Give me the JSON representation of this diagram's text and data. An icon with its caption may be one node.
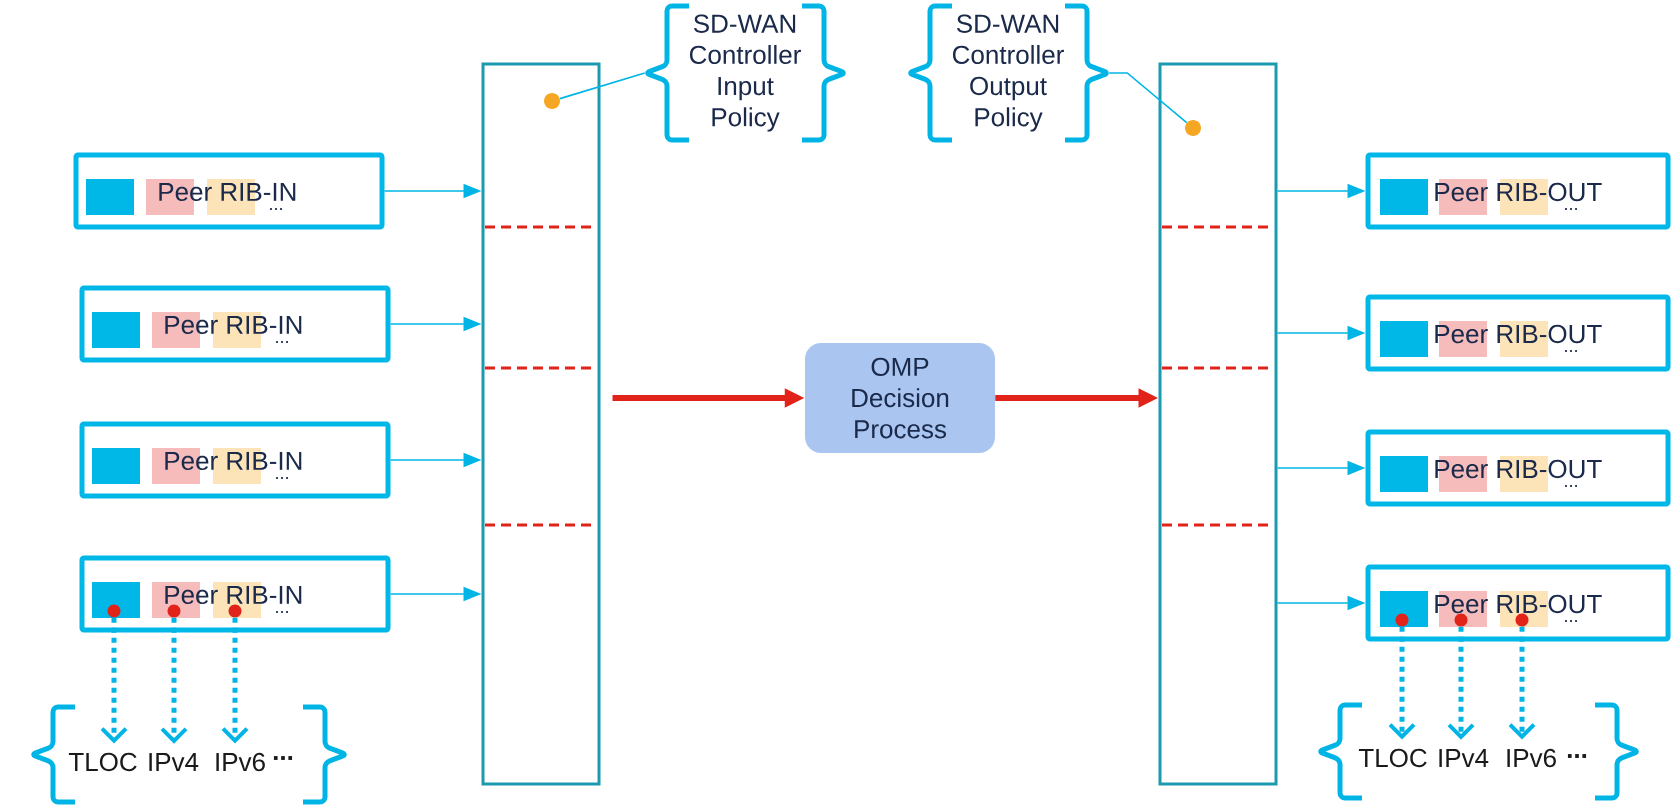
{
  "diagram": {
    "nodes": [
      {
        "text": [
          "Peer RIB-IN",
          "..."
        ]
      },
      {
        "text": [
          "Peer RIB-IN",
          "..."
        ]
      },
      {
        "text": [
          "Peer RIB-IN",
          "..."
        ]
      },
      {
        "text": [
          "Peer RIB-IN",
          "..."
        ]
      },
      {
        "text": [],
        "shape": "circle",
        "in": 3
      },
      {
        "text": [],
        "shape": "circle",
        "in": 3
      },
      {
        "text": [],
        "shape": "circle",
        "in": 3
      },
      {
        "text": [],
        "shape": "box"
      },
      {
        "text": [
          "SD-WAN Controller Input Policy"
        ]
      },
      {
        "text": [],
        "shape": "circle",
        "in": 7
      },
      {
        "text": [
          "OMP Decision Process"
        ]
      },
      {
        "text": [],
        "shape": "box"
      },
      {
        "text": [
          "SD-WAN Controller Output Policy"
        ]
      },
      {
        "text": [],
        "shape": "circle",
        "in": 11
      },
      {
        "text": [
          "Peer RIB-OUT",
          "..."
        ]
      },
      {
        "text": [
          "Peer RIB-OUT",
          "..."
        ]
      },
      {
        "text": [
          "Peer RIB-OUT",
          "..."
        ]
      },
      {
        "text": [
          "Peer RIB-OUT",
          "..."
        ]
      },
      {
        "text": [],
        "shape": "circle",
        "in": 17
      },
      {
        "text": [],
        "shape": "circle",
        "in": 17
      },
      {
        "text": [],
        "shape": "circle",
        "in": 17
      },
      {
        "text": [
          "TLOC"
        ]
      },
      {
        "text": [
          "IPv4"
        ]
      },
      {
        "text": [
          "IPv6"
        ]
      },
      {
        "text": [
          "TLOC"
        ]
      },
      {
        "text": [
          "IPv4"
        ]
      },
      {
        "text": [
          "IPv6"
        ]
      }
    ],
    "edges": [
      {
        "from": 0,
        "to": 7,
        "arrow": "to"
      },
      {
        "from": 1,
        "to": 7,
        "arrow": "to"
      },
      {
        "from": 2,
        "to": 7,
        "arrow": "to"
      },
      {
        "from": 3,
        "to": 7,
        "arrow": "to"
      },
      {
        "from": 7,
        "to": 10,
        "arrow": "to",
        "style": "thick",
        "color": "#e2231a"
      },
      {
        "from": 10,
        "to": 11,
        "arrow": "to",
        "style": "thick",
        "color": "#e2231a"
      },
      {
        "from": 11,
        "to": 14,
        "arrow": "to"
      },
      {
        "from": 11,
        "to": 15,
        "arrow": "to"
      },
      {
        "from": 11,
        "to": 16,
        "arrow": "to"
      },
      {
        "from": 11,
        "to": 17,
        "arrow": "to"
      },
      {
        "from": 8,
        "to": 9,
        "arrow": "none"
      },
      {
        "from": 12,
        "to": 13,
        "arrow": "none"
      },
      {
        "from": 4,
        "to": 21,
        "arrow": "to",
        "style": "dashed"
      },
      {
        "from": 5,
        "to": 22,
        "arrow": "to",
        "style": "dashed"
      },
      {
        "from": 6,
        "to": 23,
        "arrow": "to",
        "style": "dashed"
      },
      {
        "from": 18,
        "to": 24,
        "arrow": "to",
        "style": "dashed"
      },
      {
        "from": 19,
        "to": 25,
        "arrow": "to",
        "style": "dashed"
      },
      {
        "from": 20,
        "to": 26,
        "arrow": "to",
        "style": "dashed"
      }
    ],
    "labels": [
      "...",
      "..."
    ]
  }
}
